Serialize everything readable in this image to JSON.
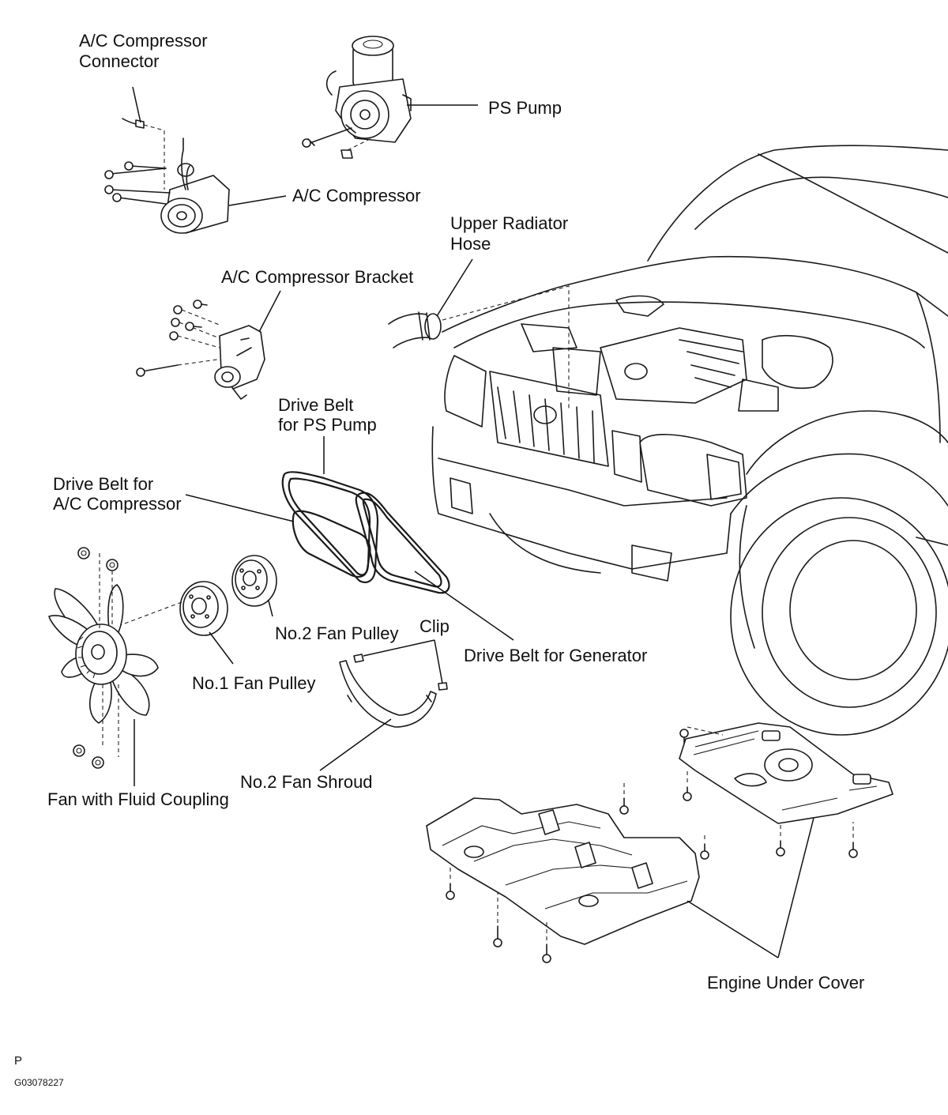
{
  "labels": {
    "ac_compressor_connector": [
      "A/C Compressor",
      "Connector"
    ],
    "ps_pump": "PS Pump",
    "ac_compressor": "A/C Compressor",
    "upper_radiator_hose": [
      "Upper Radiator",
      "Hose"
    ],
    "ac_compressor_bracket": "A/C Compressor Bracket",
    "drive_belt_ps_pump": [
      "Drive Belt",
      "for PS Pump"
    ],
    "drive_belt_ac_compressor": [
      "Drive Belt for",
      "A/C Compressor"
    ],
    "no2_fan_pulley": "No.2 Fan Pulley",
    "clip": "Clip",
    "drive_belt_generator": "Drive Belt for Generator",
    "no1_fan_pulley": "No.1 Fan Pulley",
    "no2_fan_shroud": "No.2 Fan Shroud",
    "fan_fluid_coupling": "Fan with Fluid Coupling",
    "engine_under_cover": "Engine Under Cover"
  },
  "footer": {
    "mark": "P",
    "figure_code": "G03078227"
  }
}
